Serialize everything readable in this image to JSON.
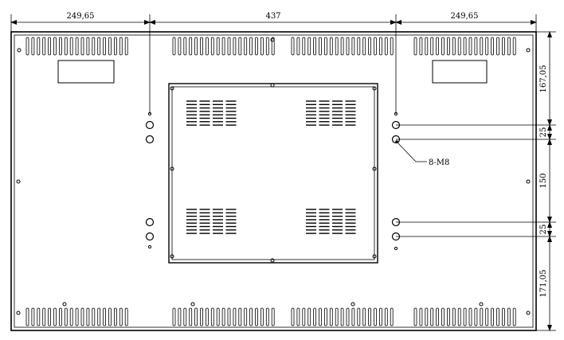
{
  "dimensions": {
    "top_left": "249,65",
    "top_center": "437",
    "top_right": "249,65",
    "right_1": "167,05",
    "right_2": "25",
    "right_3": "150",
    "right_4": "25",
    "right_5": "171,05"
  },
  "callout": {
    "label": "8-M8"
  }
}
